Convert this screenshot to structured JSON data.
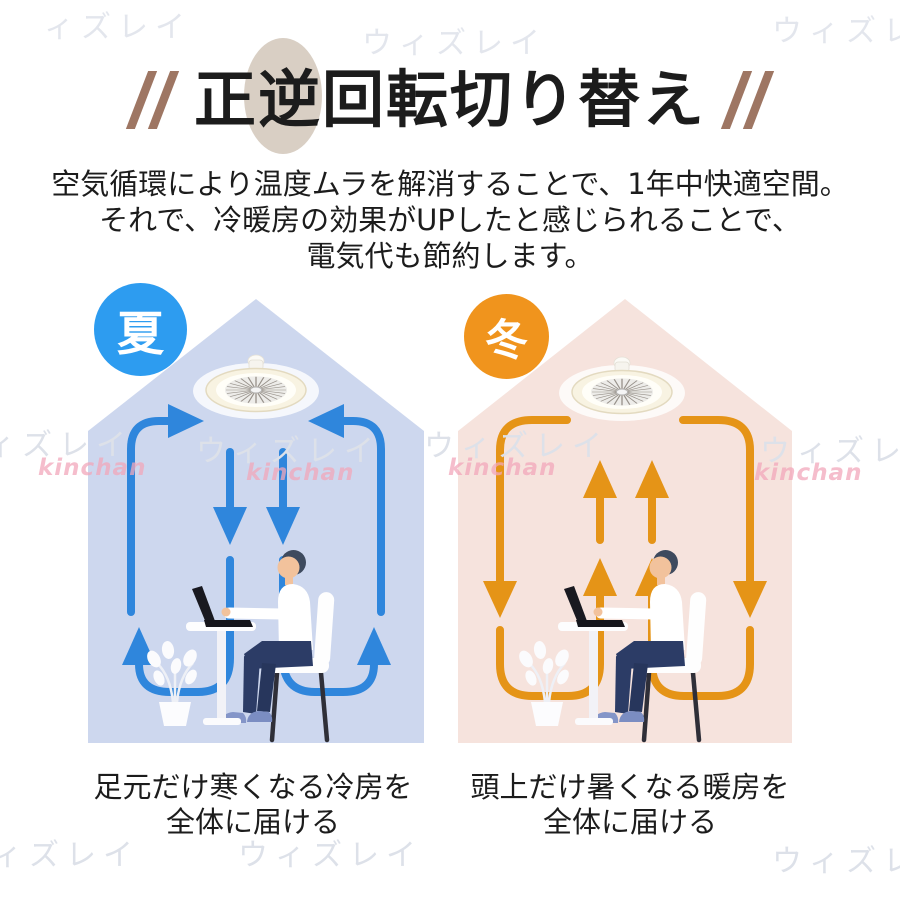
{
  "title": {
    "text": "正逆回転切り替え"
  },
  "description": {
    "line1": "空気循環により温度ムラを解消することで、1年中快適空間。",
    "line2": "それで、冷暖房の効果がUPしたと感じられることで、",
    "line3": "電気代も節約します。"
  },
  "summer": {
    "badge": "夏",
    "caption_line1": "足元だけ寒くなる冷房を",
    "caption_line2": "全体に届ける"
  },
  "winter": {
    "badge": "冬",
    "caption_line1": "頭上だけ暑くなる暖房を",
    "caption_line2": "全体に届ける"
  },
  "watermark": {
    "brand": "ウィズレイ",
    "brand_partial_left": "ィズレイ",
    "brand_partial_right": "ウィズレ",
    "signature": "kinchan"
  },
  "colors": {
    "ink": "#1c1c1c",
    "title_slash": "#9e7663",
    "title_circle": "#d9cfc4",
    "summer_house": "#cdd7ee",
    "summer_arrow": "#2f86dc",
    "summer_badge": "#2d9cf0",
    "winter_house": "#f6e3dd",
    "winter_arrow": "#e59417",
    "winter_badge": "#f0941d",
    "watermark_gray": "#dde1e9",
    "signature_pink": "#f2a8bb"
  }
}
